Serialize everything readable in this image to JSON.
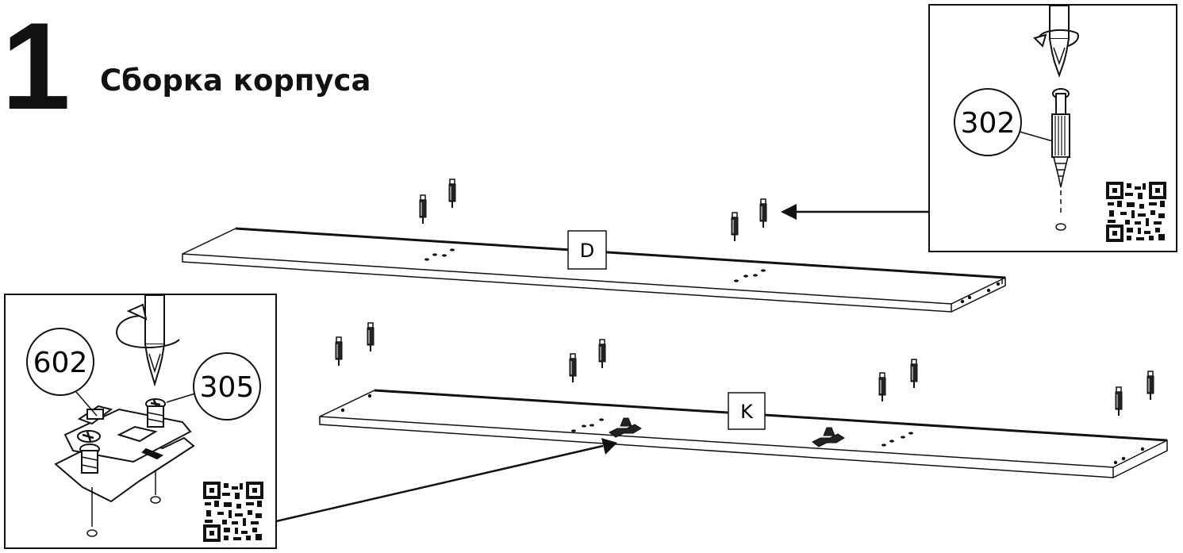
{
  "step": {
    "number": "1",
    "title": "Сборка корпуса"
  },
  "panels": {
    "top_label": "D",
    "bottom_label": "K"
  },
  "details": {
    "cam_bolt": {
      "part_number": "302"
    },
    "hinge": {
      "part_number_plate": "602",
      "part_number_screw": "305"
    }
  },
  "icons": [
    "screwdriver-icon",
    "rotate-arrow-icon",
    "qr-code-icon",
    "callout-arrow-icon"
  ]
}
